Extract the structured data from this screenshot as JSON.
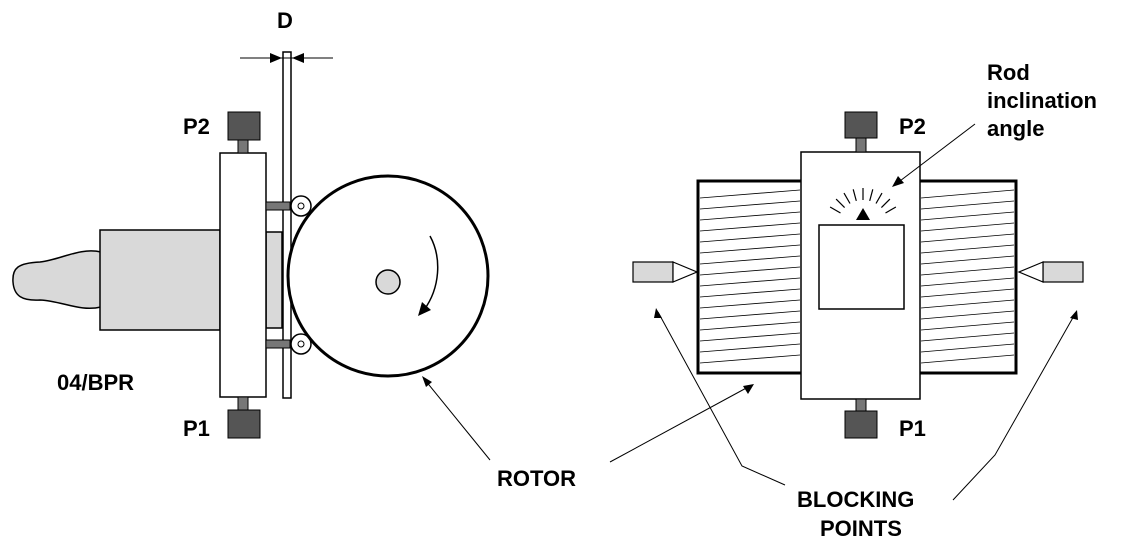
{
  "labels": {
    "gap": "D",
    "p2_left": "P2",
    "p1_left": "P1",
    "model": "04/BPR",
    "p2_right": "P2",
    "p1_right": "P1",
    "angle_line1": "Rod",
    "angle_line2": "inclination",
    "angle_line3": "angle",
    "rotor": "ROTOR",
    "blocking_line1": "BLOCKING",
    "blocking_line2": "POINTS"
  },
  "colors": {
    "line": "#000000",
    "body_fill": "#d9d9d9",
    "pad_fill": "#555555",
    "rod_fill": "#777777",
    "background": "#ffffff"
  }
}
